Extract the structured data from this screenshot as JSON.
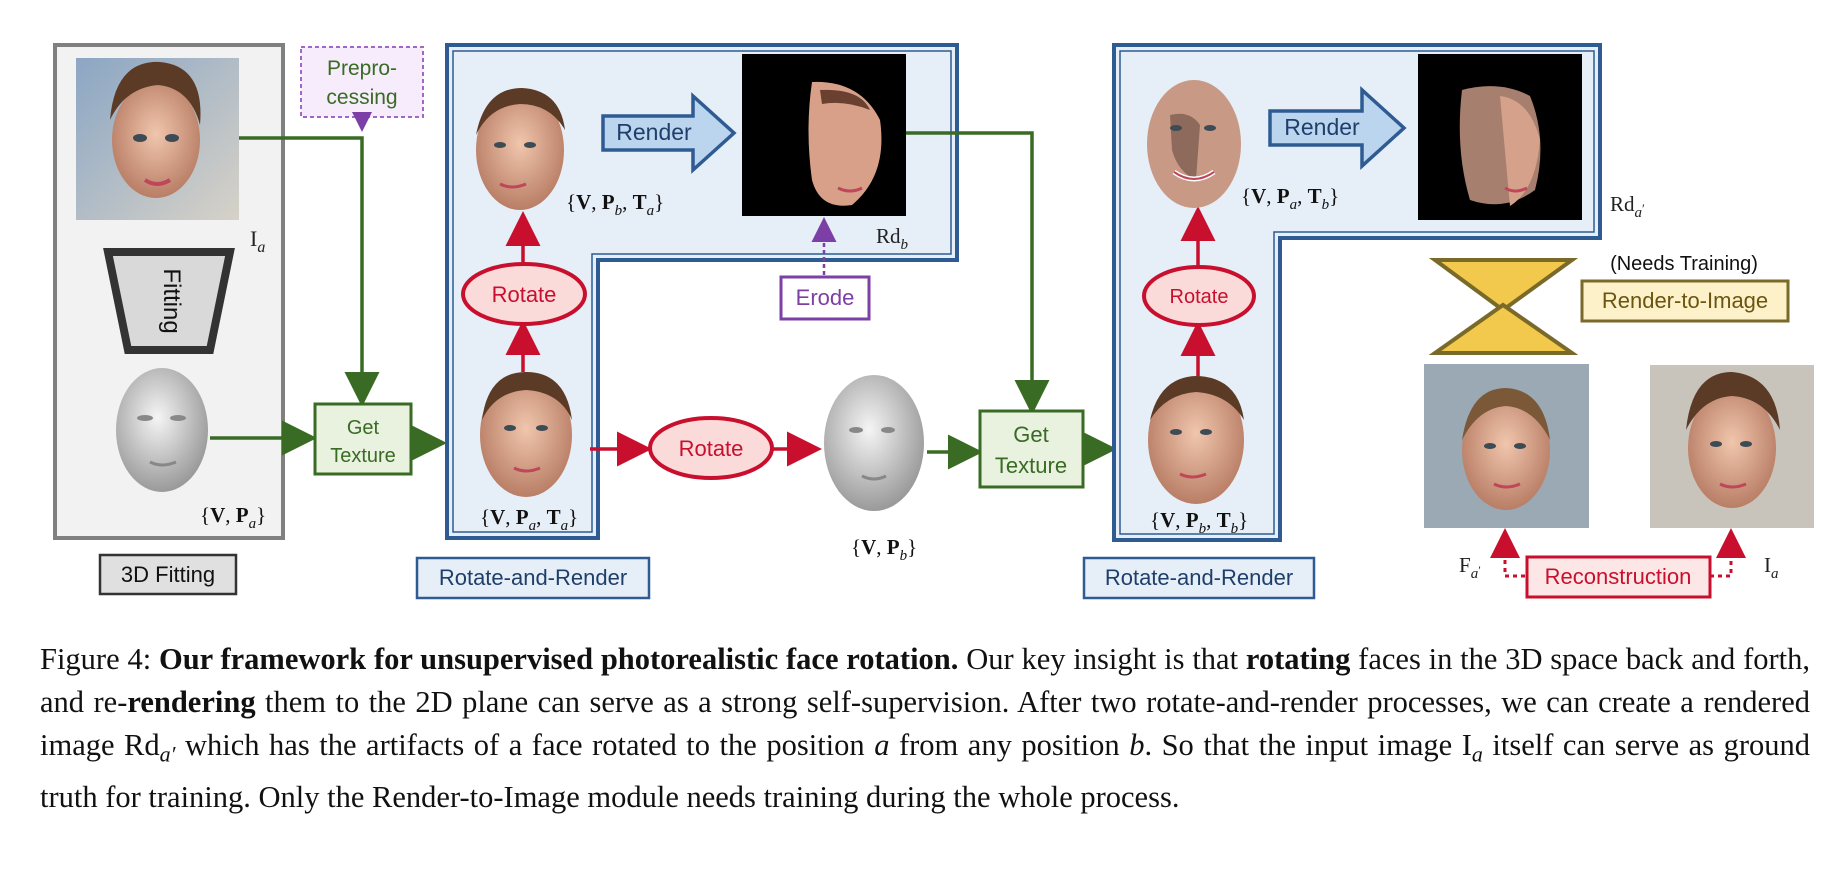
{
  "diagram": {
    "preprocessing_line1": "Prepro-",
    "preprocessing_line2": "cessing",
    "fitting": "Fitting",
    "get_texture_line1": "Get",
    "get_texture_line2": "Texture",
    "rotate": "Rotate",
    "render": "Render",
    "erode": "Erode",
    "needs_training": "(Needs Training)",
    "render_to_image": "Render-to-Image",
    "reconstruction": "Reconstruction",
    "fitting_label": "3D Fitting",
    "rotate_and_render": "Rotate-and-Render",
    "math": {
      "I": "I",
      "a": "a",
      "b": "b",
      "F": "F",
      "Rd": "Rd",
      "prime": "′",
      "V": "V",
      "P": "P",
      "T": "T",
      "open": "{",
      "close": "}",
      "comma": ", "
    }
  },
  "caption": {
    "prefix": "Figure 4: ",
    "bold_title": "Our framework for unsupervised photorealistic face rotation.",
    "s1": " Our key insight is that ",
    "b1": "rotating",
    "s2": " faces in the 3D space back and forth, and re-",
    "b2": "rendering",
    "s3": " them to the 2D plane can serve as a strong self-supervision.  After two rotate-and-render processes, we can create a rendered image Rd",
    "sub_a_prime": "a′",
    "s4": " which has the artifacts of a face rotated to the position ",
    "var_a": "a",
    "s5": " from any position ",
    "var_b": "b",
    "s6": ". So that the input image I",
    "sub_a": "a",
    "s7": " itself can serve as ground truth for training. Only the Render-to-Image module needs training during the whole process."
  },
  "colors": {
    "green": "#3a6b24",
    "green_fill": "#e8f2df",
    "red": "#c8102e",
    "red_fill": "#fbdada",
    "blue": "#2f5b93",
    "blue_fill": "#e6eef7",
    "purple": "#7b3fa6",
    "gold": "#f2c94c",
    "gold_dark": "#7a6a2a"
  }
}
